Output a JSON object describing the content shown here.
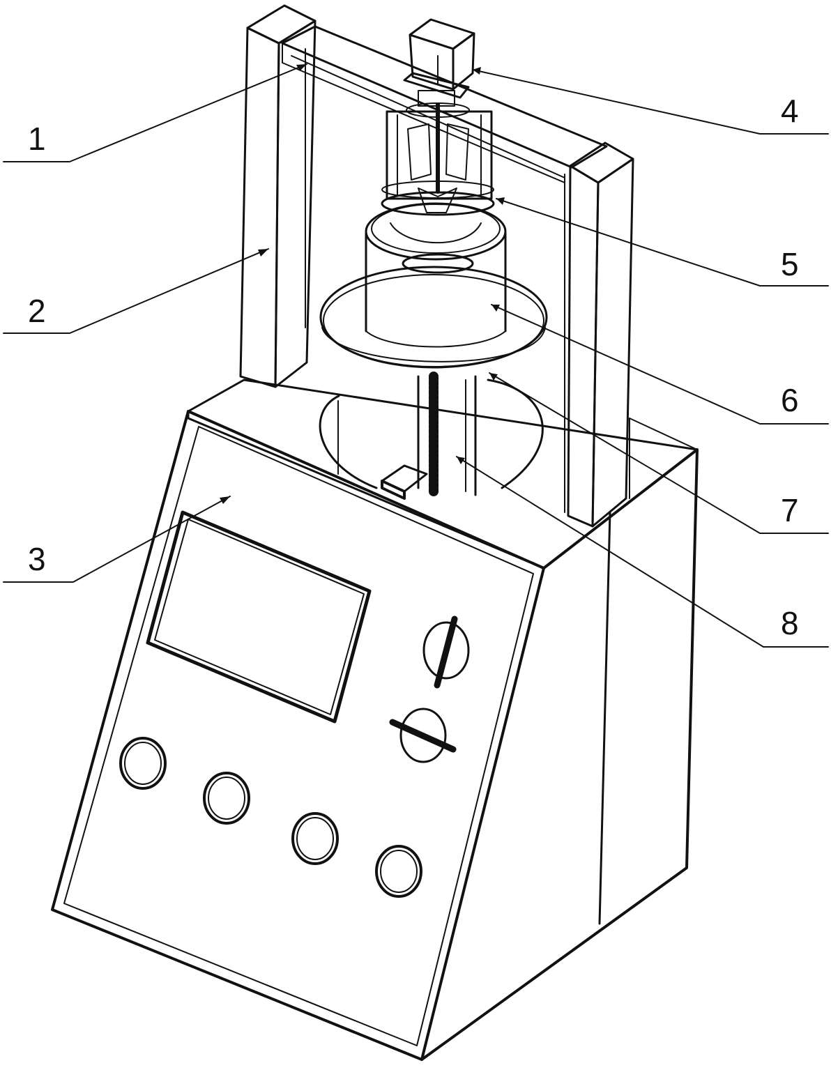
{
  "figure": {
    "labels": [
      {
        "id": "1",
        "text": "1"
      },
      {
        "id": "2",
        "text": "2"
      },
      {
        "id": "3",
        "text": "3"
      },
      {
        "id": "4",
        "text": "4"
      },
      {
        "id": "5",
        "text": "5"
      },
      {
        "id": "6",
        "text": "6"
      },
      {
        "id": "7",
        "text": "7"
      },
      {
        "id": "8",
        "text": "8"
      }
    ]
  },
  "colors": {
    "ink": "#111111",
    "paper": "#ffffff"
  }
}
